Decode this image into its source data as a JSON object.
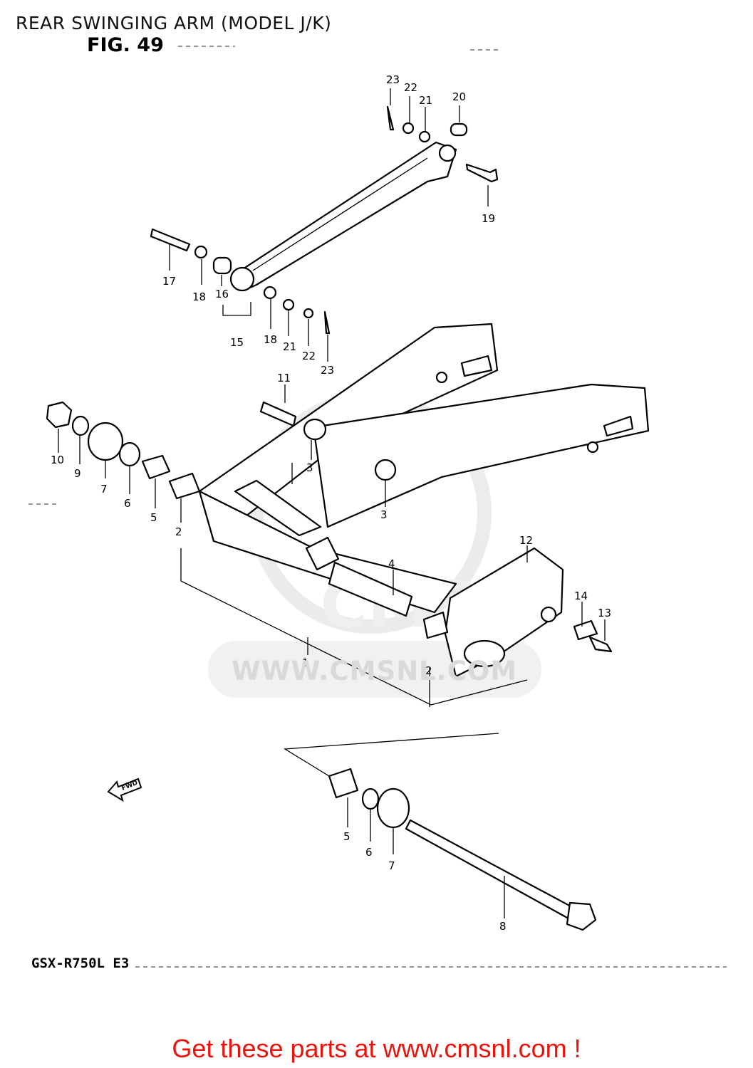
{
  "header": {
    "title": "REAR SWINGING ARM (MODEL J/K)",
    "figure": "FIG. 49"
  },
  "footer": {
    "model_code": "GSX-R750L E3",
    "cta": "Get these parts at www.cmsnl.com !"
  },
  "watermark": {
    "text": "WWW.CMSNL.COM",
    "logo": "CMS"
  },
  "direction_marker": {
    "label": "FWD",
    "icon": "arrow-left-icon"
  },
  "callouts": [
    "23",
    "22",
    "21",
    "20",
    "19",
    "17",
    "18",
    "16",
    "15",
    "18",
    "21",
    "22",
    "23",
    "11",
    "10",
    "9",
    "7",
    "6",
    "5",
    "2",
    "3",
    "3",
    "4",
    "1",
    "12",
    "14",
    "13",
    "2",
    "5",
    "6",
    "7",
    "8"
  ],
  "colors": {
    "cta": "#e8140c",
    "line_art": "#000000",
    "watermark": "#d9d9d9"
  }
}
